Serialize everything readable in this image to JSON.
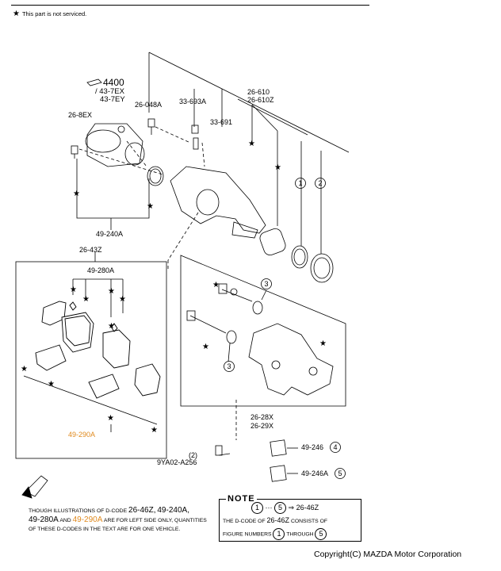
{
  "header": {
    "star_note": "This part is not serviced."
  },
  "labels": {
    "ref_4400": "4400",
    "ref_43_7ex": "/ 43-7EX",
    "ref_43_7ey": "43-7EY",
    "p26_048a": "26-048A",
    "p33_693a": "33-693A",
    "p33_691": "33-691",
    "p26_610": "26-610",
    "p26_610z": "26-610Z",
    "p26_8ex": "26-8EX",
    "p49_240a": "49-240A",
    "p26_43z": "26-43Z",
    "p49_280a": "49-280A",
    "p49_290a": "49-290A",
    "p26_28x": "26-28X",
    "p26_29x": "26-29X",
    "p9ya02": "9YA02-A256",
    "p9ya02_qty": "(2)",
    "p49_246": "49-246",
    "p49_246a": "49-246A",
    "circle_1": "1",
    "circle_2": "2",
    "circle_3a": "3",
    "circle_3b": "3",
    "circle_4": "4",
    "circle_5": "5"
  },
  "bottom_text": {
    "part1": "THOUGH ILLUSTRATIONS OF D-CODE",
    "code1": "26-46Z",
    "sep1": ",",
    "code2": "49-240A",
    "sep2": ",",
    "code3": "49-280A",
    "and": "AND",
    "code4": "49-290A",
    "part2": "ARE FOR LEFT SIDE ONLY, QUANTITIES OF THESE D-CODES IN THE TEXT ARE FOR ONE VEHICLE."
  },
  "note": {
    "title": "NOTE",
    "from": "1",
    "dots": "···",
    "to": "5",
    "arrow": "⇒",
    "code": "26-46Z",
    "line2a": "THE D-CODE OF",
    "line2code": "26-46Z",
    "line2b": "CONSISTS OF",
    "line3a": "FIGURE NUMBERS",
    "line3from": "1",
    "line3b": "THROUGH",
    "line3to": "5"
  },
  "fwd_icon": "fwd-arrow-icon",
  "copyright": "Copyright(C) MAZDA Motor Corporation"
}
